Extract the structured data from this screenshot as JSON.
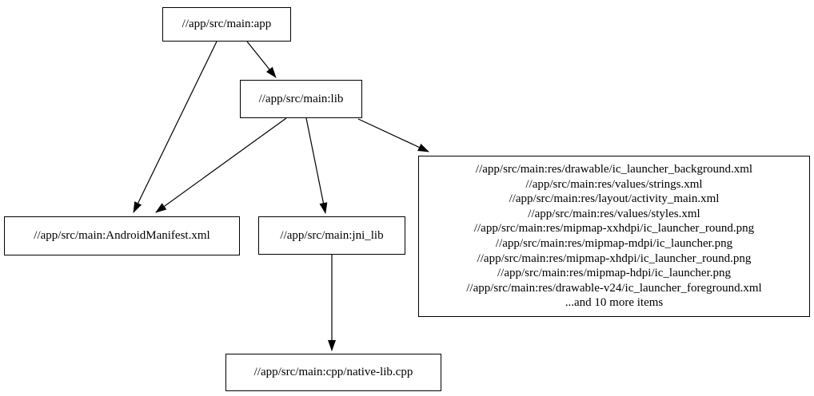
{
  "diagram": {
    "type": "dependency-graph",
    "background_color": "#ffffff",
    "node_fill_color": "#ffffff",
    "node_border_color": "#000000",
    "edge_color": "#000000",
    "text_color": "#000000"
  },
  "nodes": {
    "app": {
      "label": "//app/src/main:app"
    },
    "lib": {
      "label": "//app/src/main:lib"
    },
    "android_manifest": {
      "label": "//app/src/main:AndroidManifest.xml"
    },
    "jni_lib": {
      "label": "//app/src/main:jni_lib"
    },
    "native_lib_cpp": {
      "label": "//app/src/main:cpp/native-lib.cpp"
    },
    "resources": {
      "lines": [
        "//app/src/main:res/drawable/ic_launcher_background.xml",
        "//app/src/main:res/values/strings.xml",
        "//app/src/main:res/layout/activity_main.xml",
        "//app/src/main:res/values/styles.xml",
        "//app/src/main:res/mipmap-xxhdpi/ic_launcher_round.png",
        "//app/src/main:res/mipmap-mdpi/ic_launcher.png",
        "//app/src/main:res/mipmap-xhdpi/ic_launcher_round.png",
        "//app/src/main:res/mipmap-hdpi/ic_launcher.png",
        "//app/src/main:res/drawable-v24/ic_launcher_foreground.xml",
        "...and 10 more items"
      ]
    }
  },
  "edges": [
    {
      "from": "//app/src/main:app",
      "to": "//app/src/main:lib"
    },
    {
      "from": "//app/src/main:app",
      "to": "//app/src/main:AndroidManifest.xml"
    },
    {
      "from": "//app/src/main:lib",
      "to": "//app/src/main:AndroidManifest.xml"
    },
    {
      "from": "//app/src/main:lib",
      "to": "//app/src/main:jni_lib"
    },
    {
      "from": "//app/src/main:lib",
      "to": "resources-group"
    },
    {
      "from": "//app/src/main:jni_lib",
      "to": "//app/src/main:cpp/native-lib.cpp"
    }
  ]
}
